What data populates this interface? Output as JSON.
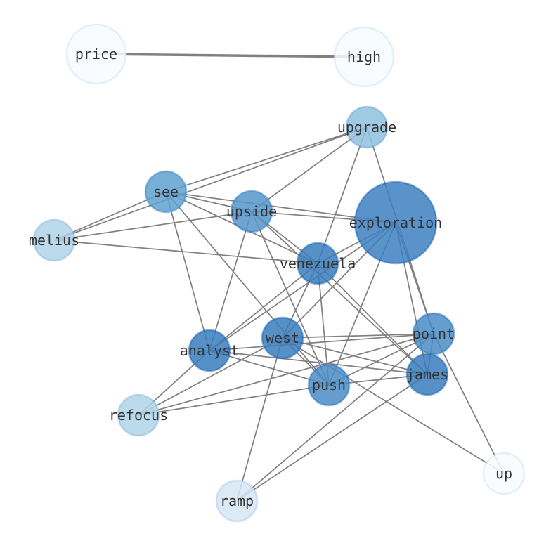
{
  "nodes": [
    {
      "id": "price",
      "label": "price",
      "color": "#f7fbff",
      "size": "large"
    },
    {
      "id": "high",
      "label": "high",
      "color": "#f7fbff",
      "size": "large"
    },
    {
      "id": "upgrade",
      "label": "upgrade",
      "color": "#8fc1de",
      "size": "small"
    },
    {
      "id": "see",
      "label": "see",
      "color": "#5fa1d0",
      "size": "small"
    },
    {
      "id": "upside",
      "label": "upside",
      "color": "#5595cb",
      "size": "small"
    },
    {
      "id": "exploration",
      "label": "exploration",
      "color": "#3d80bf",
      "size": "huge"
    },
    {
      "id": "melius",
      "label": "melius",
      "color": "#afd3e8",
      "size": "small"
    },
    {
      "id": "venezuela",
      "label": "venezuela",
      "color": "#3a7dbd",
      "size": "small"
    },
    {
      "id": "analyst",
      "label": "analyst",
      "color": "#3a7dbd",
      "size": "small"
    },
    {
      "id": "west",
      "label": "west",
      "color": "#3a7dbd",
      "size": "small"
    },
    {
      "id": "point",
      "label": "point",
      "color": "#4a8dc6",
      "size": "small"
    },
    {
      "id": "james",
      "label": "james",
      "color": "#3a7dbd",
      "size": "small"
    },
    {
      "id": "push",
      "label": "push",
      "color": "#4a8dc6",
      "size": "small"
    },
    {
      "id": "refocus",
      "label": "refocus",
      "color": "#afd3e8",
      "size": "small"
    },
    {
      "id": "up",
      "label": "up",
      "color": "#f7fbff",
      "size": "small"
    },
    {
      "id": "ramp",
      "label": "ramp",
      "color": "#d6e5f4",
      "size": "small"
    }
  ],
  "edges": [
    [
      "price",
      "high"
    ],
    [
      "upgrade",
      "see"
    ],
    [
      "upgrade",
      "melius"
    ],
    [
      "upgrade",
      "upside"
    ],
    [
      "upgrade",
      "venezuela"
    ],
    [
      "upgrade",
      "point"
    ],
    [
      "see",
      "melius"
    ],
    [
      "see",
      "exploration"
    ],
    [
      "see",
      "venezuela"
    ],
    [
      "see",
      "analyst"
    ],
    [
      "see",
      "push"
    ],
    [
      "see",
      "upside"
    ],
    [
      "upside",
      "melius"
    ],
    [
      "upside",
      "exploration"
    ],
    [
      "upside",
      "analyst"
    ],
    [
      "upside",
      "push"
    ],
    [
      "upside",
      "james"
    ],
    [
      "upside",
      "venezuela"
    ],
    [
      "melius",
      "venezuela"
    ],
    [
      "exploration",
      "venezuela"
    ],
    [
      "exploration",
      "analyst"
    ],
    [
      "exploration",
      "west"
    ],
    [
      "exploration",
      "push"
    ],
    [
      "exploration",
      "point"
    ],
    [
      "exploration",
      "james"
    ],
    [
      "venezuela",
      "analyst"
    ],
    [
      "venezuela",
      "west"
    ],
    [
      "venezuela",
      "push"
    ],
    [
      "venezuela",
      "james"
    ],
    [
      "analyst",
      "point"
    ],
    [
      "analyst",
      "james"
    ],
    [
      "analyst",
      "push"
    ],
    [
      "analyst",
      "refocus"
    ],
    [
      "west",
      "point"
    ],
    [
      "west",
      "james"
    ],
    [
      "west",
      "push"
    ],
    [
      "west",
      "ramp"
    ],
    [
      "west",
      "refocus"
    ],
    [
      "west",
      "up"
    ],
    [
      "point",
      "push"
    ],
    [
      "point",
      "refocus"
    ],
    [
      "point",
      "ramp"
    ],
    [
      "point",
      "up"
    ],
    [
      "point",
      "james"
    ],
    [
      "james",
      "push"
    ],
    [
      "james",
      "ramp"
    ],
    [
      "push",
      "refocus"
    ]
  ]
}
